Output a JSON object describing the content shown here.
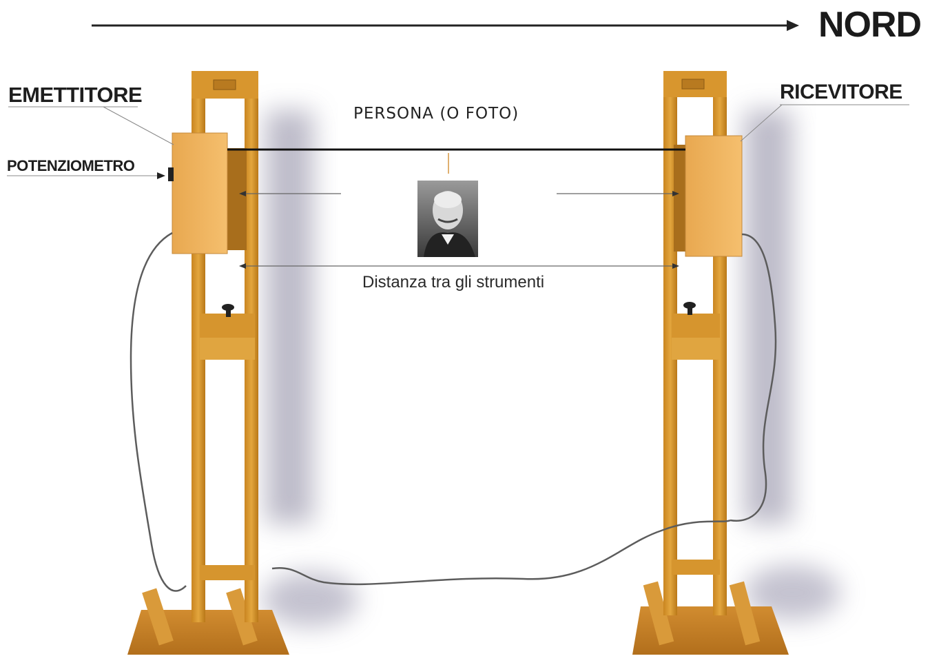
{
  "labels": {
    "north": "NORD",
    "emitter": "EMETTITORE",
    "receiver": "RICEVITORE",
    "potentiometer": "POTENZIOMETRO",
    "person": "PERSONA (O FOTO)",
    "distance": "Distanza tra gli strumenti"
  },
  "colors": {
    "wood": "#d9992f",
    "wood_dark": "#b4761c",
    "box": "#f0b560",
    "base": "#c7822a",
    "shadow": "#9a98ac",
    "cable": "#606060",
    "beam": "#111111",
    "person_marker": "#e0b070"
  },
  "icons": {
    "north_arrow": "arrow-right-icon",
    "portrait": "portrait-photo"
  }
}
